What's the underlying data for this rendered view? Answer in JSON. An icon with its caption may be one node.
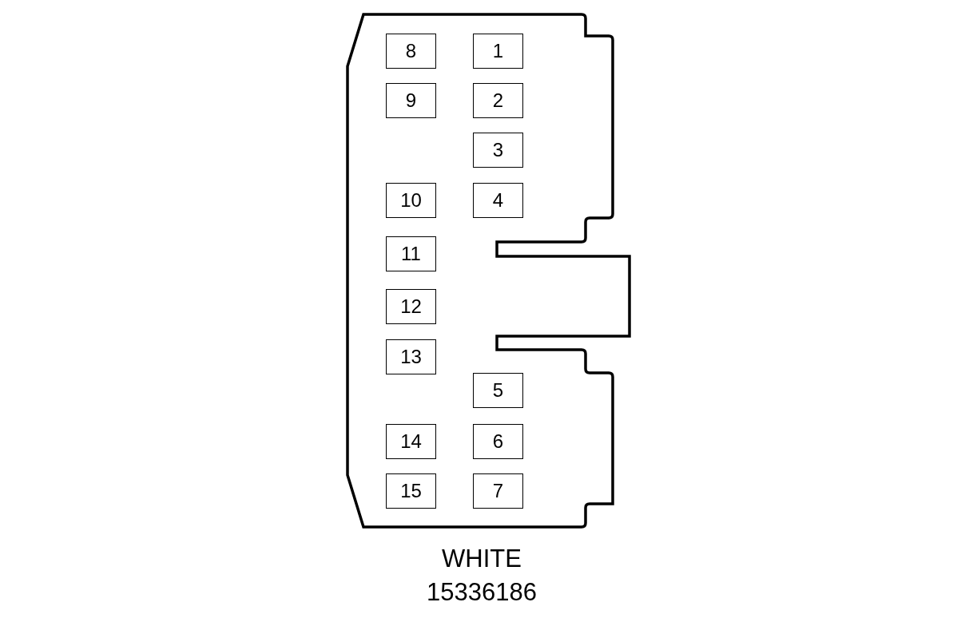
{
  "diagram": {
    "nodes": [
      {
        "text": [],
        "shape": "box"
      },
      {
        "text": [
          "8"
        ],
        "in": 0
      },
      {
        "text": [
          "1"
        ],
        "in": 0
      },
      {
        "text": [
          "9"
        ],
        "in": 0
      },
      {
        "text": [
          "2"
        ],
        "in": 0
      },
      {
        "text": [
          "3"
        ],
        "in": 0
      },
      {
        "text": [
          "10"
        ],
        "in": 0
      },
      {
        "text": [
          "4"
        ],
        "in": 0
      },
      {
        "text": [
          "11"
        ],
        "in": 0
      },
      {
        "text": [
          "12"
        ],
        "in": 0
      },
      {
        "text": [
          "13"
        ],
        "in": 0
      },
      {
        "text": [
          "5"
        ],
        "in": 0
      },
      {
        "text": [
          "14"
        ],
        "in": 0
      },
      {
        "text": [
          "6"
        ],
        "in": 0
      },
      {
        "text": [
          "15"
        ],
        "in": 0
      },
      {
        "text": [
          "7"
        ],
        "in": 0
      }
    ],
    "labels": [
      "WHITE",
      "15336186"
    ]
  }
}
